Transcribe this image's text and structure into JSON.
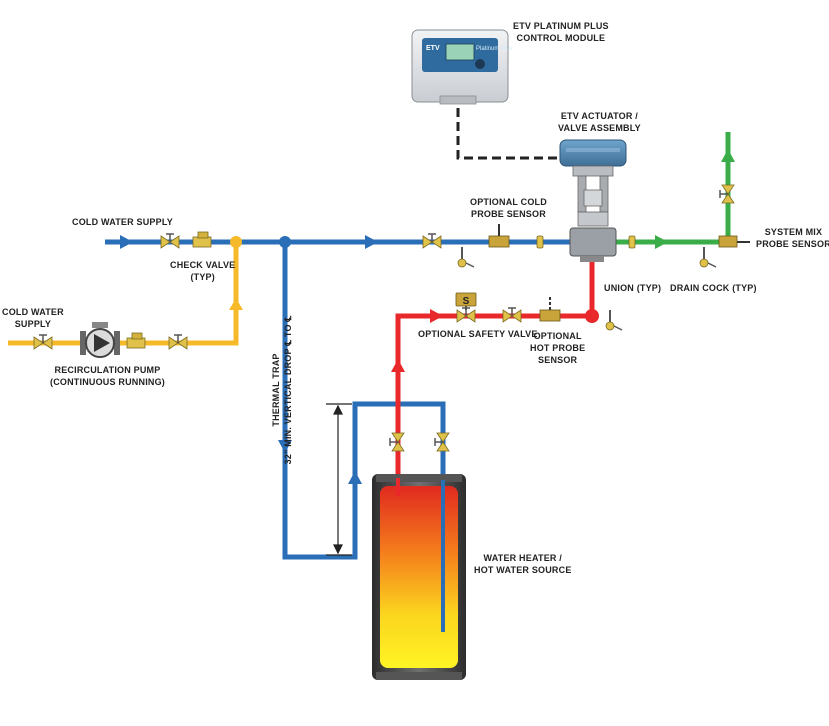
{
  "labels": {
    "control_module": [
      "ETV PLATINUM PLUS",
      "CONTROL MODULE"
    ],
    "actuator": [
      "ETV ACTUATOR /",
      "VALVE ASSEMBLY"
    ],
    "cold_probe": [
      "OPTIONAL COLD",
      "PROBE SENSOR"
    ],
    "cold_water_supply_top": "COLD WATER SUPPLY",
    "check_valve": [
      "CHECK VALVE",
      "(TYP)"
    ],
    "cold_water_supply_left": [
      "COLD WATER",
      "SUPPLY"
    ],
    "recirc_pump": [
      "RECIRCULATION PUMP",
      "(CONTINUOUS RUNNING)"
    ],
    "union": "UNION (TYP)",
    "drain_cock": "DRAIN COCK (TYP)",
    "system_mix": [
      "SYSTEM MIX",
      "PROBE SENSOR"
    ],
    "safety_valve": "OPTIONAL SAFETY VALVE",
    "hot_probe": [
      "OPTIONAL",
      "HOT PROBE",
      "SENSOR"
    ],
    "thermal_trap": [
      "THERMAL TRAP",
      "32\" MIN. VERTICAL DROP ℄ TO ℄"
    ],
    "water_heater": [
      "WATER HEATER /",
      "HOT WATER SOURCE"
    ]
  },
  "module_badges": {
    "brand": "ETV",
    "model": "Platinum Plus"
  },
  "safety_valve_badge": "S",
  "colors": {
    "cold": "#2a6eb8",
    "hot": "#e8282b",
    "mixed": "#3aac48",
    "recirc": "#f6b92a",
    "valve": "#e0c24a",
    "actuator": "#4f86b3",
    "tank_top": "#e03020",
    "tank_bottom": "#fff020"
  }
}
